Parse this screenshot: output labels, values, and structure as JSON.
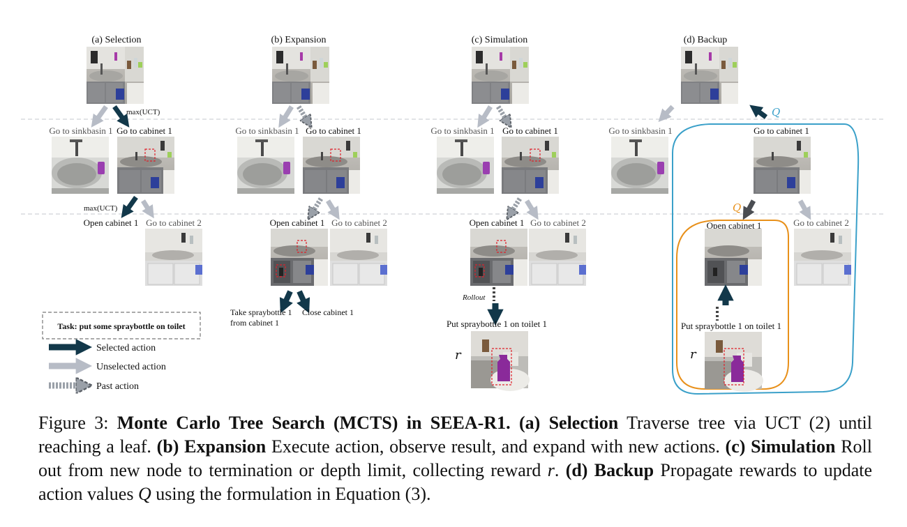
{
  "panels": [
    {
      "title": "(a) Selection"
    },
    {
      "title": "(b) Expansion"
    },
    {
      "title": "(c) Simulation"
    },
    {
      "title": "(d) Backup"
    }
  ],
  "actions": {
    "sinkbasin": "Go to sinkbasin 1",
    "cabinet1": "Go to cabinet 1",
    "cabinet2": "Go to cabinet 2",
    "open_cabinet": "Open cabinet 1",
    "take_line1": "Take spraybottle 1",
    "take_line2": "from cabinet 1",
    "close_cabinet": "Close cabinet 1",
    "put": "Put spraybottle 1 on toilet 1"
  },
  "annotations": {
    "max_uct": "max(UCT)",
    "rollout": "Rollout",
    "reward": "r",
    "q": "Q"
  },
  "legend": {
    "task": "Task: put some spraybottle on toilet",
    "selected": "Selected  action",
    "unselected": "Unselected  action",
    "past": "Past  action"
  },
  "colors": {
    "selected": "#12384a",
    "unselected": "#b7bcc6",
    "past": "#9aa0a8",
    "backup_outer": "#3aa0c9",
    "backup_inner": "#e8901a",
    "highlight": "#e0202a",
    "purple": "#8a2a9a"
  },
  "caption": {
    "figure_label": "Figure 3:",
    "title": "Monte Carlo Tree Search (MCTS) in SEEA-R1.",
    "a_label": "(a) Selection",
    "a_text": "Traverse tree via UCT (2) until reaching a leaf.",
    "b_label": "(b) Expansion",
    "b_text": "Execute action, observe result, and expand with new actions.",
    "c_label": "(c) Simulation",
    "c_text": "Roll out from new node to termination or depth limit, collecting reward",
    "c_var": "r",
    "d_label": "(d) Backup",
    "d_text": "Propagate rewards to update action values",
    "d_var": "Q",
    "d_text2": "using the formulation in Equation (3)."
  }
}
